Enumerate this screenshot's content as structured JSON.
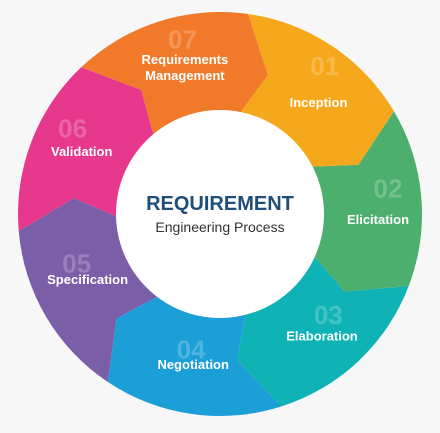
{
  "center": {
    "title": "REQUIREMENT",
    "subtitle": "Engineering Process"
  },
  "colors": {
    "title": "#1f4e79",
    "background": "#f7f7f7",
    "hub": "#ffffff"
  },
  "segments": [
    {
      "number": "01",
      "label_lines": [
        "Inception"
      ],
      "color": "#f5a81c"
    },
    {
      "number": "02",
      "label_lines": [
        "Elicitation"
      ],
      "color": "#4caf6e"
    },
    {
      "number": "03",
      "label_lines": [
        "Elaboration"
      ],
      "color": "#10b3b5"
    },
    {
      "number": "04",
      "label_lines": [
        "Negotiation"
      ],
      "color": "#1c9fd6"
    },
    {
      "number": "05",
      "label_lines": [
        "Specification"
      ],
      "color": "#7b5ea8"
    },
    {
      "number": "06",
      "label_lines": [
        "Validation"
      ],
      "color": "#e6398d"
    },
    {
      "number": "07",
      "label_lines": [
        "Requirements",
        "Management"
      ],
      "color": "#f07a2a"
    }
  ]
}
